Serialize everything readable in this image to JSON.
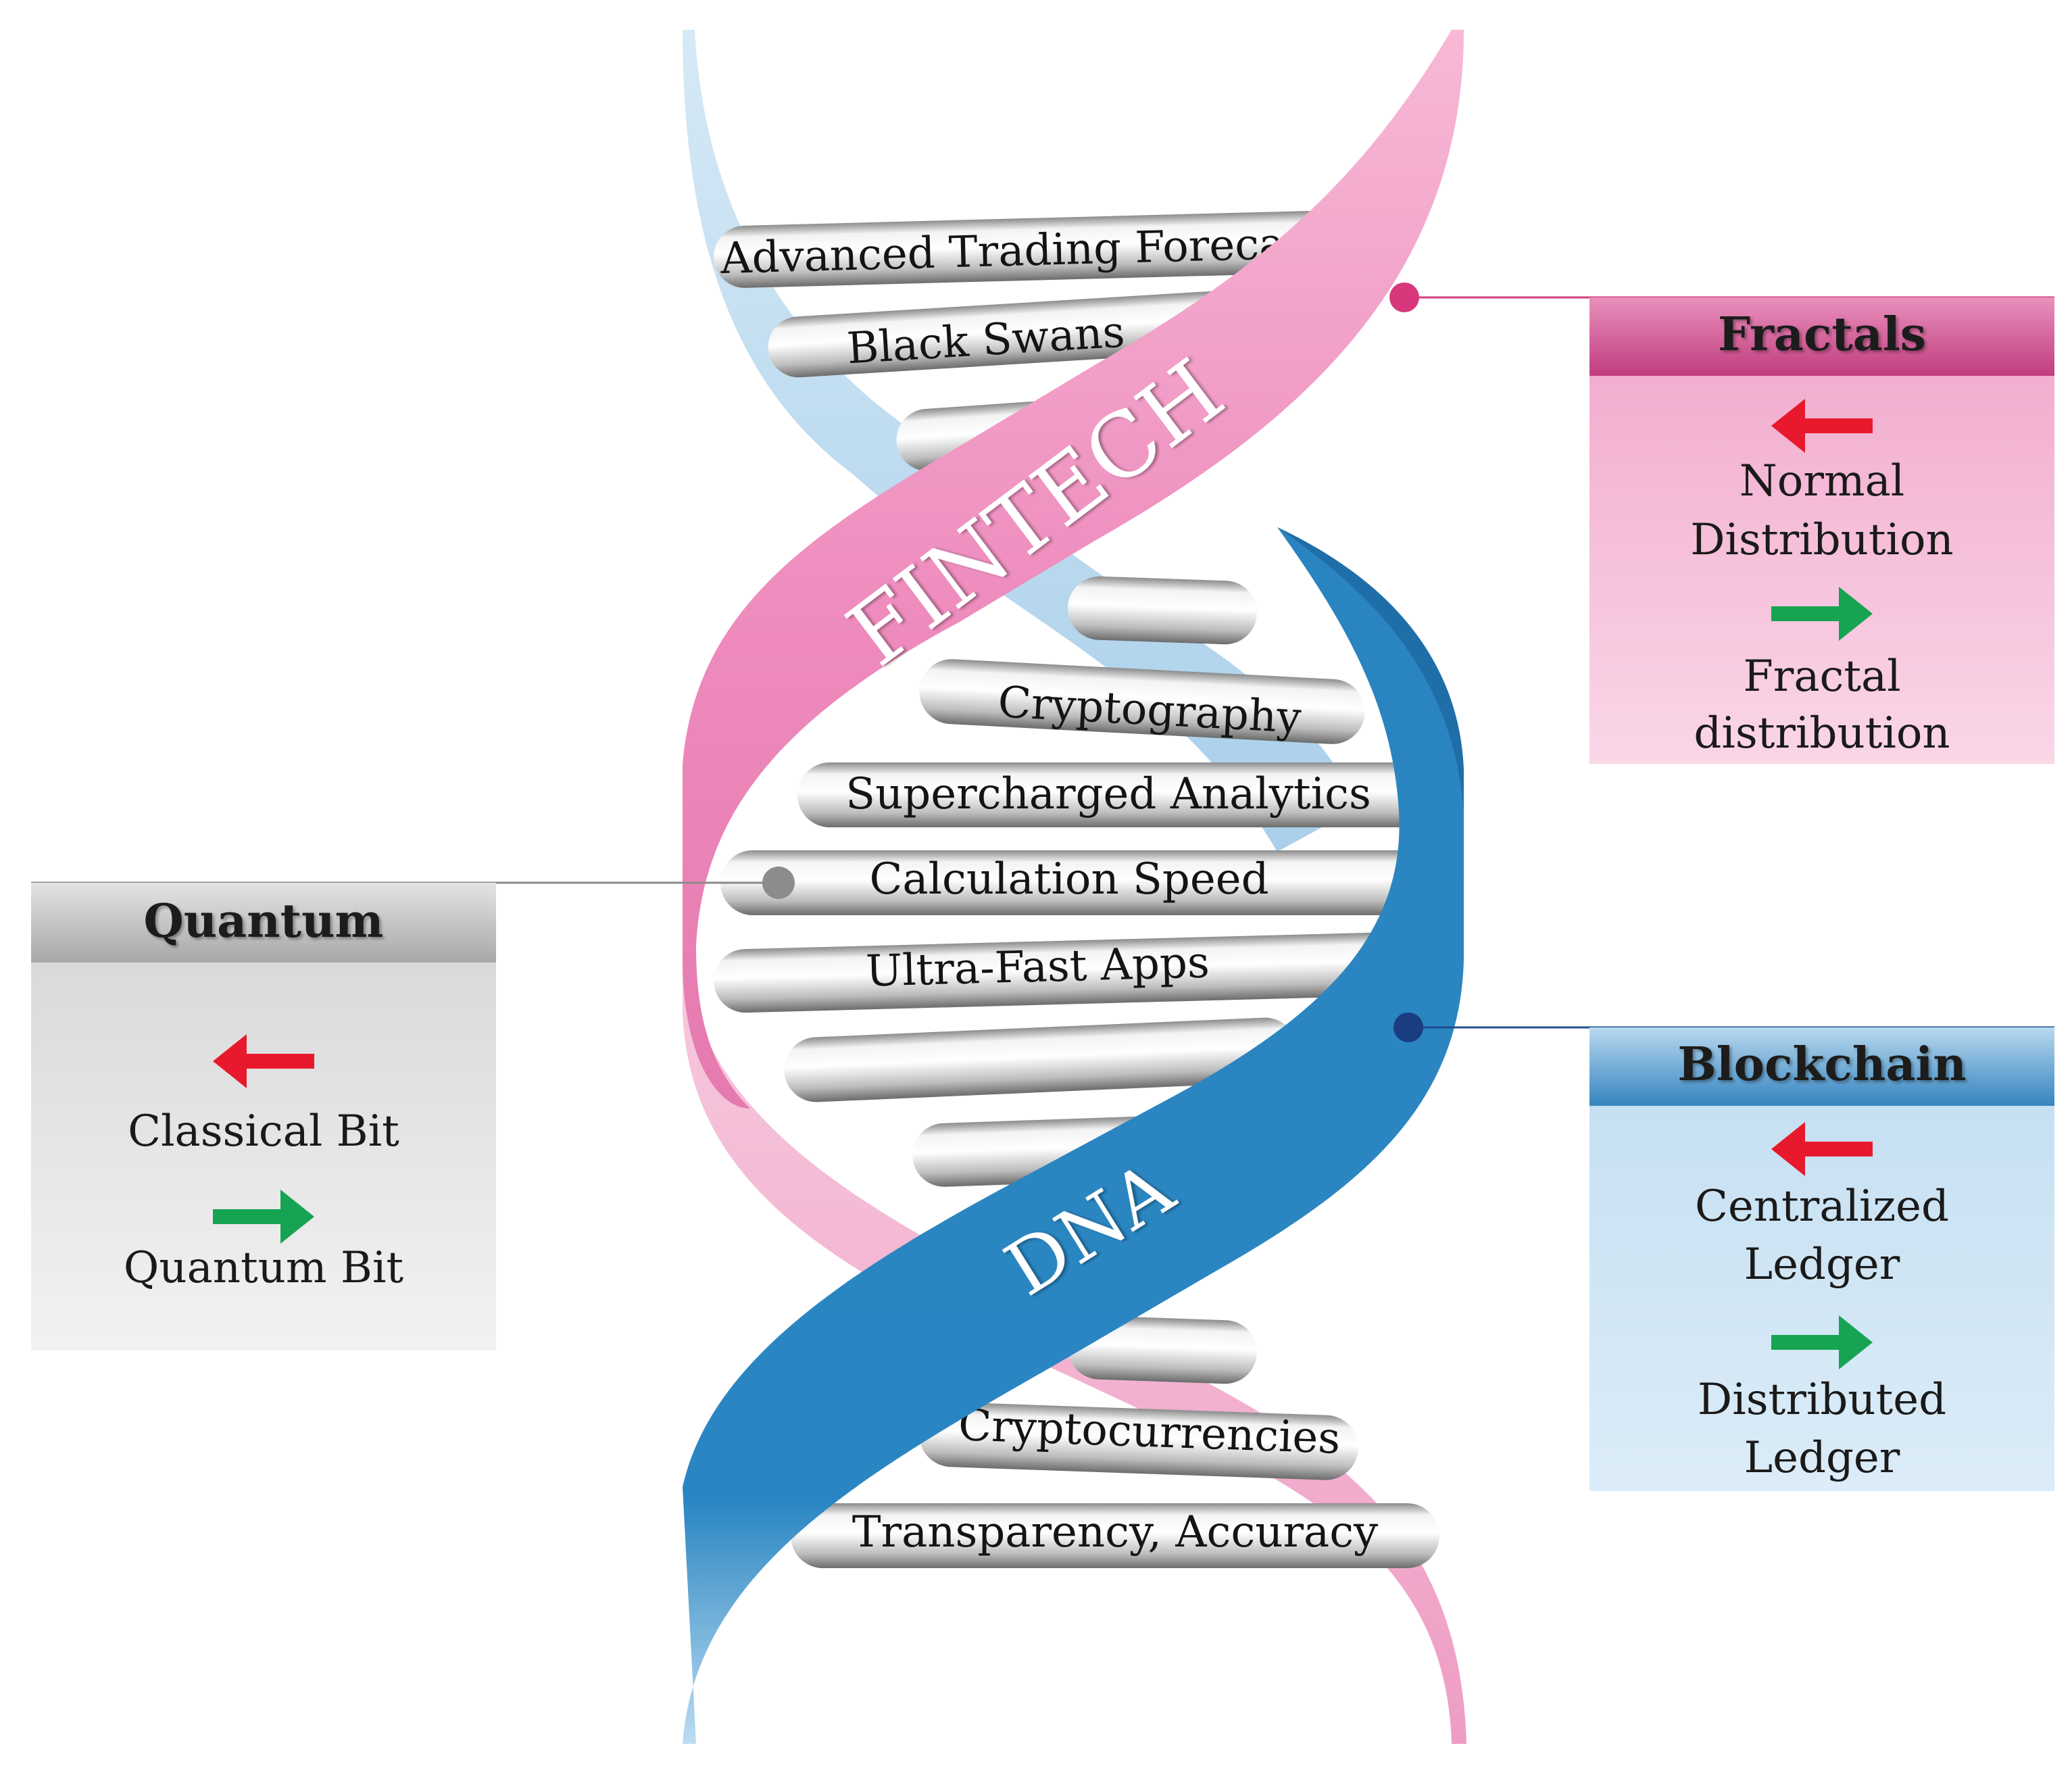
{
  "helix": {
    "band_upper": "FINTECH",
    "band_lower": "DNA",
    "rungs": [
      "Advanced Trading Forecasts",
      "Black Swans",
      "",
      "",
      "Cryptography",
      "Supercharged Analytics",
      "Calculation Speed",
      "Ultra-Fast Apps",
      "",
      "",
      "",
      "Cryptocurrencies",
      "Transparency, Accuracy"
    ]
  },
  "panels": {
    "fractals": {
      "title": "Fractals",
      "from_label_1": "Normal",
      "from_label_2": "Distribution",
      "to_label_1": "Fractal",
      "to_label_2": "distribution"
    },
    "quantum": {
      "title": "Quantum",
      "from_label_1": "Classical Bit",
      "to_label_1": "Quantum Bit"
    },
    "blockchain": {
      "title": "Blockchain",
      "from_label_1": "Centralized",
      "from_label_2": "Ledger",
      "to_label_1": "Distributed",
      "to_label_2": "Ledger"
    }
  },
  "legend_arrows": {
    "from_direction": "left",
    "to_direction": "right",
    "from_color": "#e8192c",
    "to_color": "#16a452"
  },
  "colors": {
    "pink_strand": "#ec86b8",
    "blue_strand": "#2680bb",
    "fractals_header": "#d2548f",
    "fractals_body": "#f5bfd8",
    "quantum_header": "#b9b9b9",
    "quantum_body": "#ececec",
    "blockchain_header": "#3e8fc8",
    "blockchain_body": "#cde3f2"
  }
}
